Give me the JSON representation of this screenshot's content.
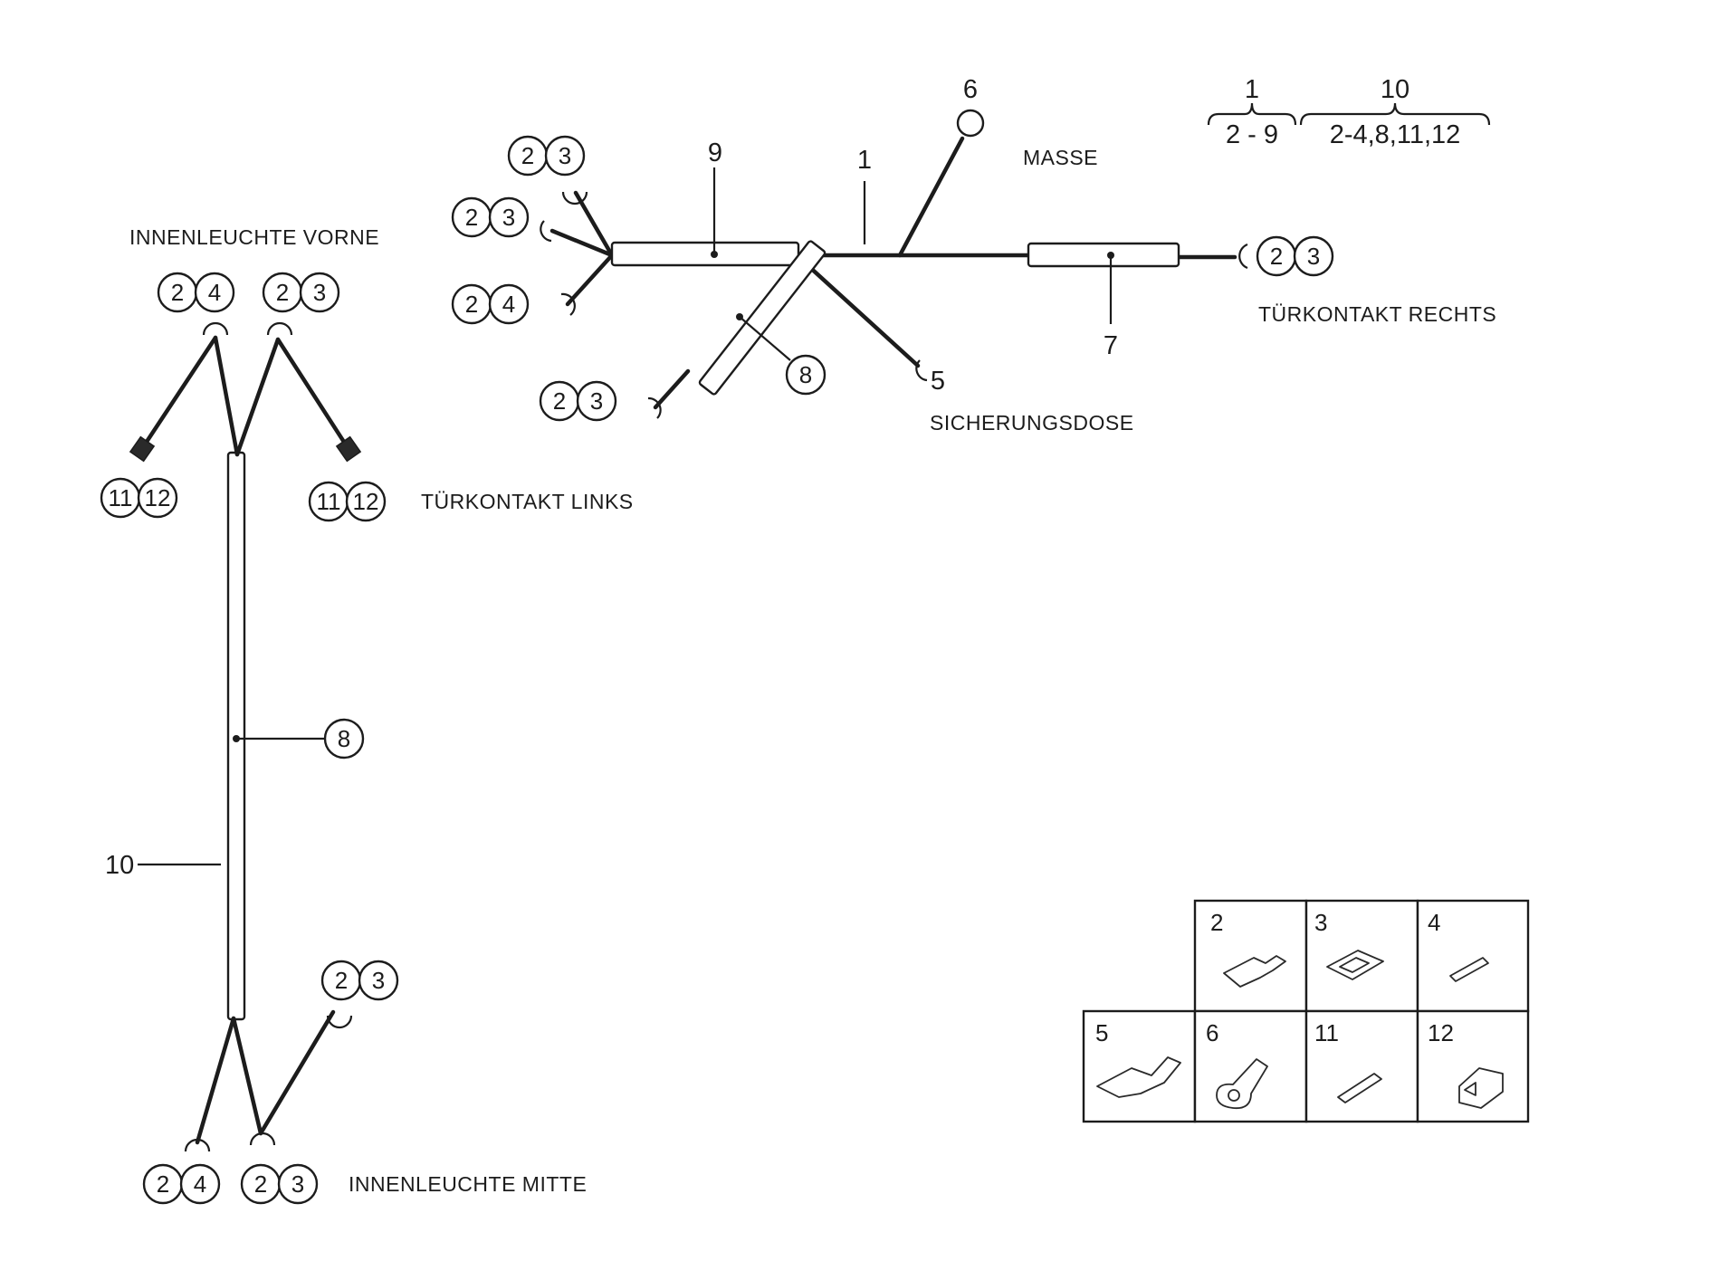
{
  "labels": {
    "innenleuchte_vorne": "INNENLEUCHTE VORNE",
    "innenleuchte_mitte": "INNENLEUCHTE MITTE",
    "tuerkontakt_links": "TÜRKONTAKT LINKS",
    "tuerkontakt_rechts": "TÜRKONTAKT RECHTS",
    "masse": "MASSE",
    "sicherungsdose": "SICHERUNGSDOSE"
  },
  "part_numbers": {
    "main_harness": "1",
    "ground_wire": "6",
    "sleeve_left": "9",
    "sleeve_right": "7",
    "fuse_branch": "5",
    "sleeve_branch": "8",
    "interior_harness": "10",
    "sleeve_vertical": "8"
  },
  "connector_refs": {
    "r1a": "2",
    "r1b": "3",
    "r2a": "2",
    "r2b": "3",
    "r3a": "2",
    "r3b": "4",
    "r4a": "2",
    "r4b": "3",
    "r5a": "2",
    "r5b": "3",
    "v1a": "2",
    "v1b": "4",
    "v2a": "2",
    "v2b": "3",
    "l1a": "11",
    "l1b": "12",
    "l2a": "11",
    "l2b": "12",
    "m1a": "2",
    "m1b": "4",
    "m2a": "2",
    "m2b": "3",
    "m3a": "2",
    "m3b": "3"
  },
  "legend": {
    "group1": {
      "number": "1",
      "range": "2 - 9"
    },
    "group10": {
      "number": "10",
      "range": "2-4,8,11,12"
    }
  },
  "parts_table": {
    "cells": [
      "2",
      "3",
      "4",
      "5",
      "6",
      "11",
      "12"
    ]
  },
  "icons": [
    "ring-terminal-icon",
    "plug-connector-icon",
    "flat-terminal-icon"
  ]
}
